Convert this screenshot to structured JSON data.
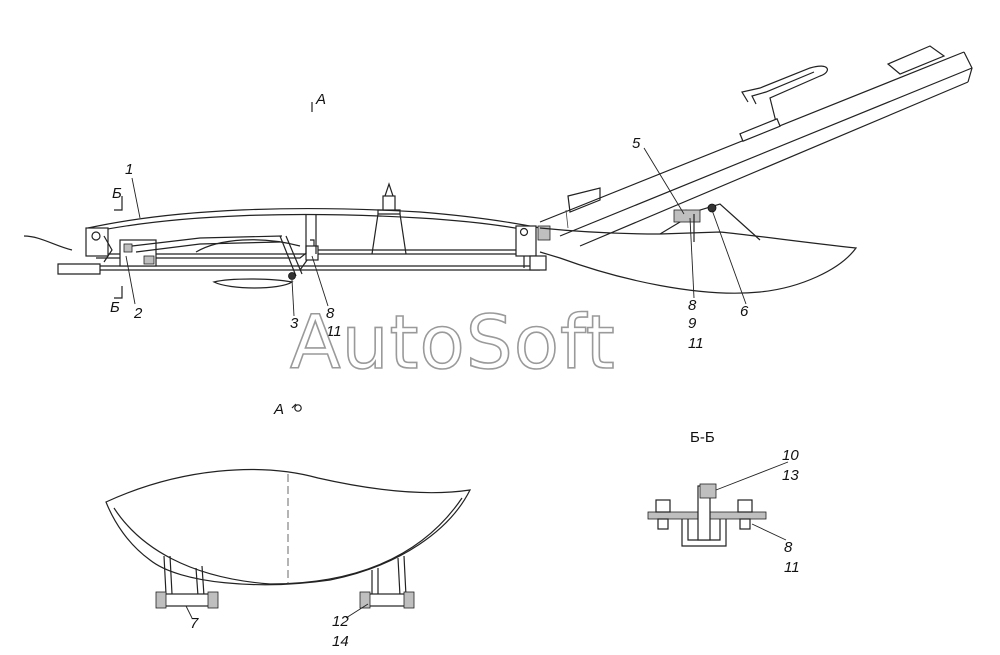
{
  "watermark": "AutoSoft",
  "views": {
    "view_a_marker": "A",
    "view_a_title": "A",
    "section_title": "Б-Б",
    "section_mark_top": "Б",
    "section_mark_bottom": "Б"
  },
  "callouts": {
    "c1": "1",
    "c2": "2",
    "c3": "3",
    "c5": "5",
    "c6": "6",
    "c7": "7",
    "c8a": "8",
    "c11a": "11",
    "c8b": "8",
    "c9": "9",
    "c11b": "11",
    "c10": "10",
    "c13": "13",
    "c8c": "8",
    "c11c": "11",
    "c12": "12",
    "c14": "14"
  }
}
